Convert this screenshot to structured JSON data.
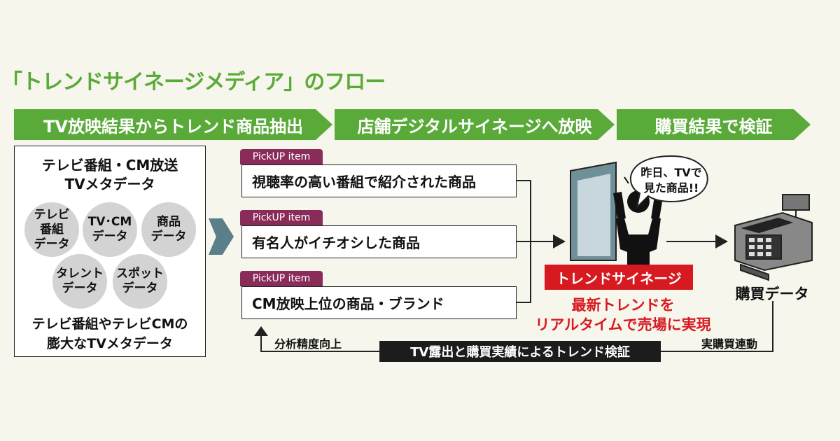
{
  "title": "「トレンドサイネージメディア」のフロー",
  "steps": [
    {
      "label": "TV放映結果からトレンド商品抽出"
    },
    {
      "label": "店舗デジタルサイネージへ放映"
    },
    {
      "label": "購買結果で検証"
    }
  ],
  "source": {
    "title_line1": "テレビ番組・CM放送",
    "title_line2": "TVメタデータ",
    "circles": [
      "テレビ\n番組\nデータ",
      "TV･CM\nデータ",
      "商品\nデータ",
      "タレント\nデータ",
      "スポット\nデータ"
    ],
    "foot_line1": "テレビ番組やテレビCMの",
    "foot_line2": "膨大なTVメタデータ"
  },
  "pickups": [
    {
      "tag": "PickUP item",
      "text": "視聴率の高い番組で紹介された商品"
    },
    {
      "tag": "PickUP item",
      "text": "有名人がイチオシした商品"
    },
    {
      "tag": "PickUP item",
      "text": "CM放映上位の商品・ブランド"
    }
  ],
  "speech": {
    "line1": "昨日、TVで",
    "line2": "見た商品!!"
  },
  "signage": {
    "label": "トレンドサイネージ",
    "line1": "最新トレンドを",
    "line2": "リアルタイムで売場に実現"
  },
  "purchase": {
    "label": "購買データ"
  },
  "feedback": {
    "bar": "TV露出と購買実績によるトレンド検証",
    "left": "分析精度向上",
    "right": "実購買連動"
  },
  "colors": {
    "green": "#5aaa3a",
    "red": "#d71920",
    "purple": "#8a2c5a",
    "slate": "#5a7e8a"
  }
}
